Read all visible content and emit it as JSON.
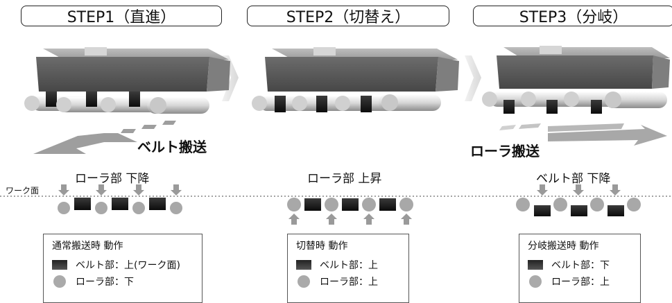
{
  "steps": [
    {
      "title": "STEP1（直進）",
      "motion_label": "ベルト搬送",
      "state_label": "ローラ部 下降",
      "legend": {
        "title": "通常搬送時 動作",
        "belt": "ベルト部：上(ワーク面)",
        "roller": "ローラ部：下"
      }
    },
    {
      "title": "STEP2（切替え）",
      "motion_label": "",
      "state_label": "ローラ部 上昇",
      "legend": {
        "title": "切替時 動作",
        "belt": "ベルト部：上",
        "roller": "ローラ部：上"
      }
    },
    {
      "title": "STEP3（分岐）",
      "motion_label": "ローラ搬送",
      "state_label": "ベルト部 下降",
      "legend": {
        "title": "分岐搬送時 動作",
        "belt": "ベルト部：下",
        "roller": "ローラ部：上"
      }
    }
  ],
  "work_surface_label": "ワーク面",
  "colors": {
    "box": "#5e5e5e",
    "roller": "#bdbdbd",
    "belt": "#222222",
    "arrow": "#9e9e9e"
  }
}
